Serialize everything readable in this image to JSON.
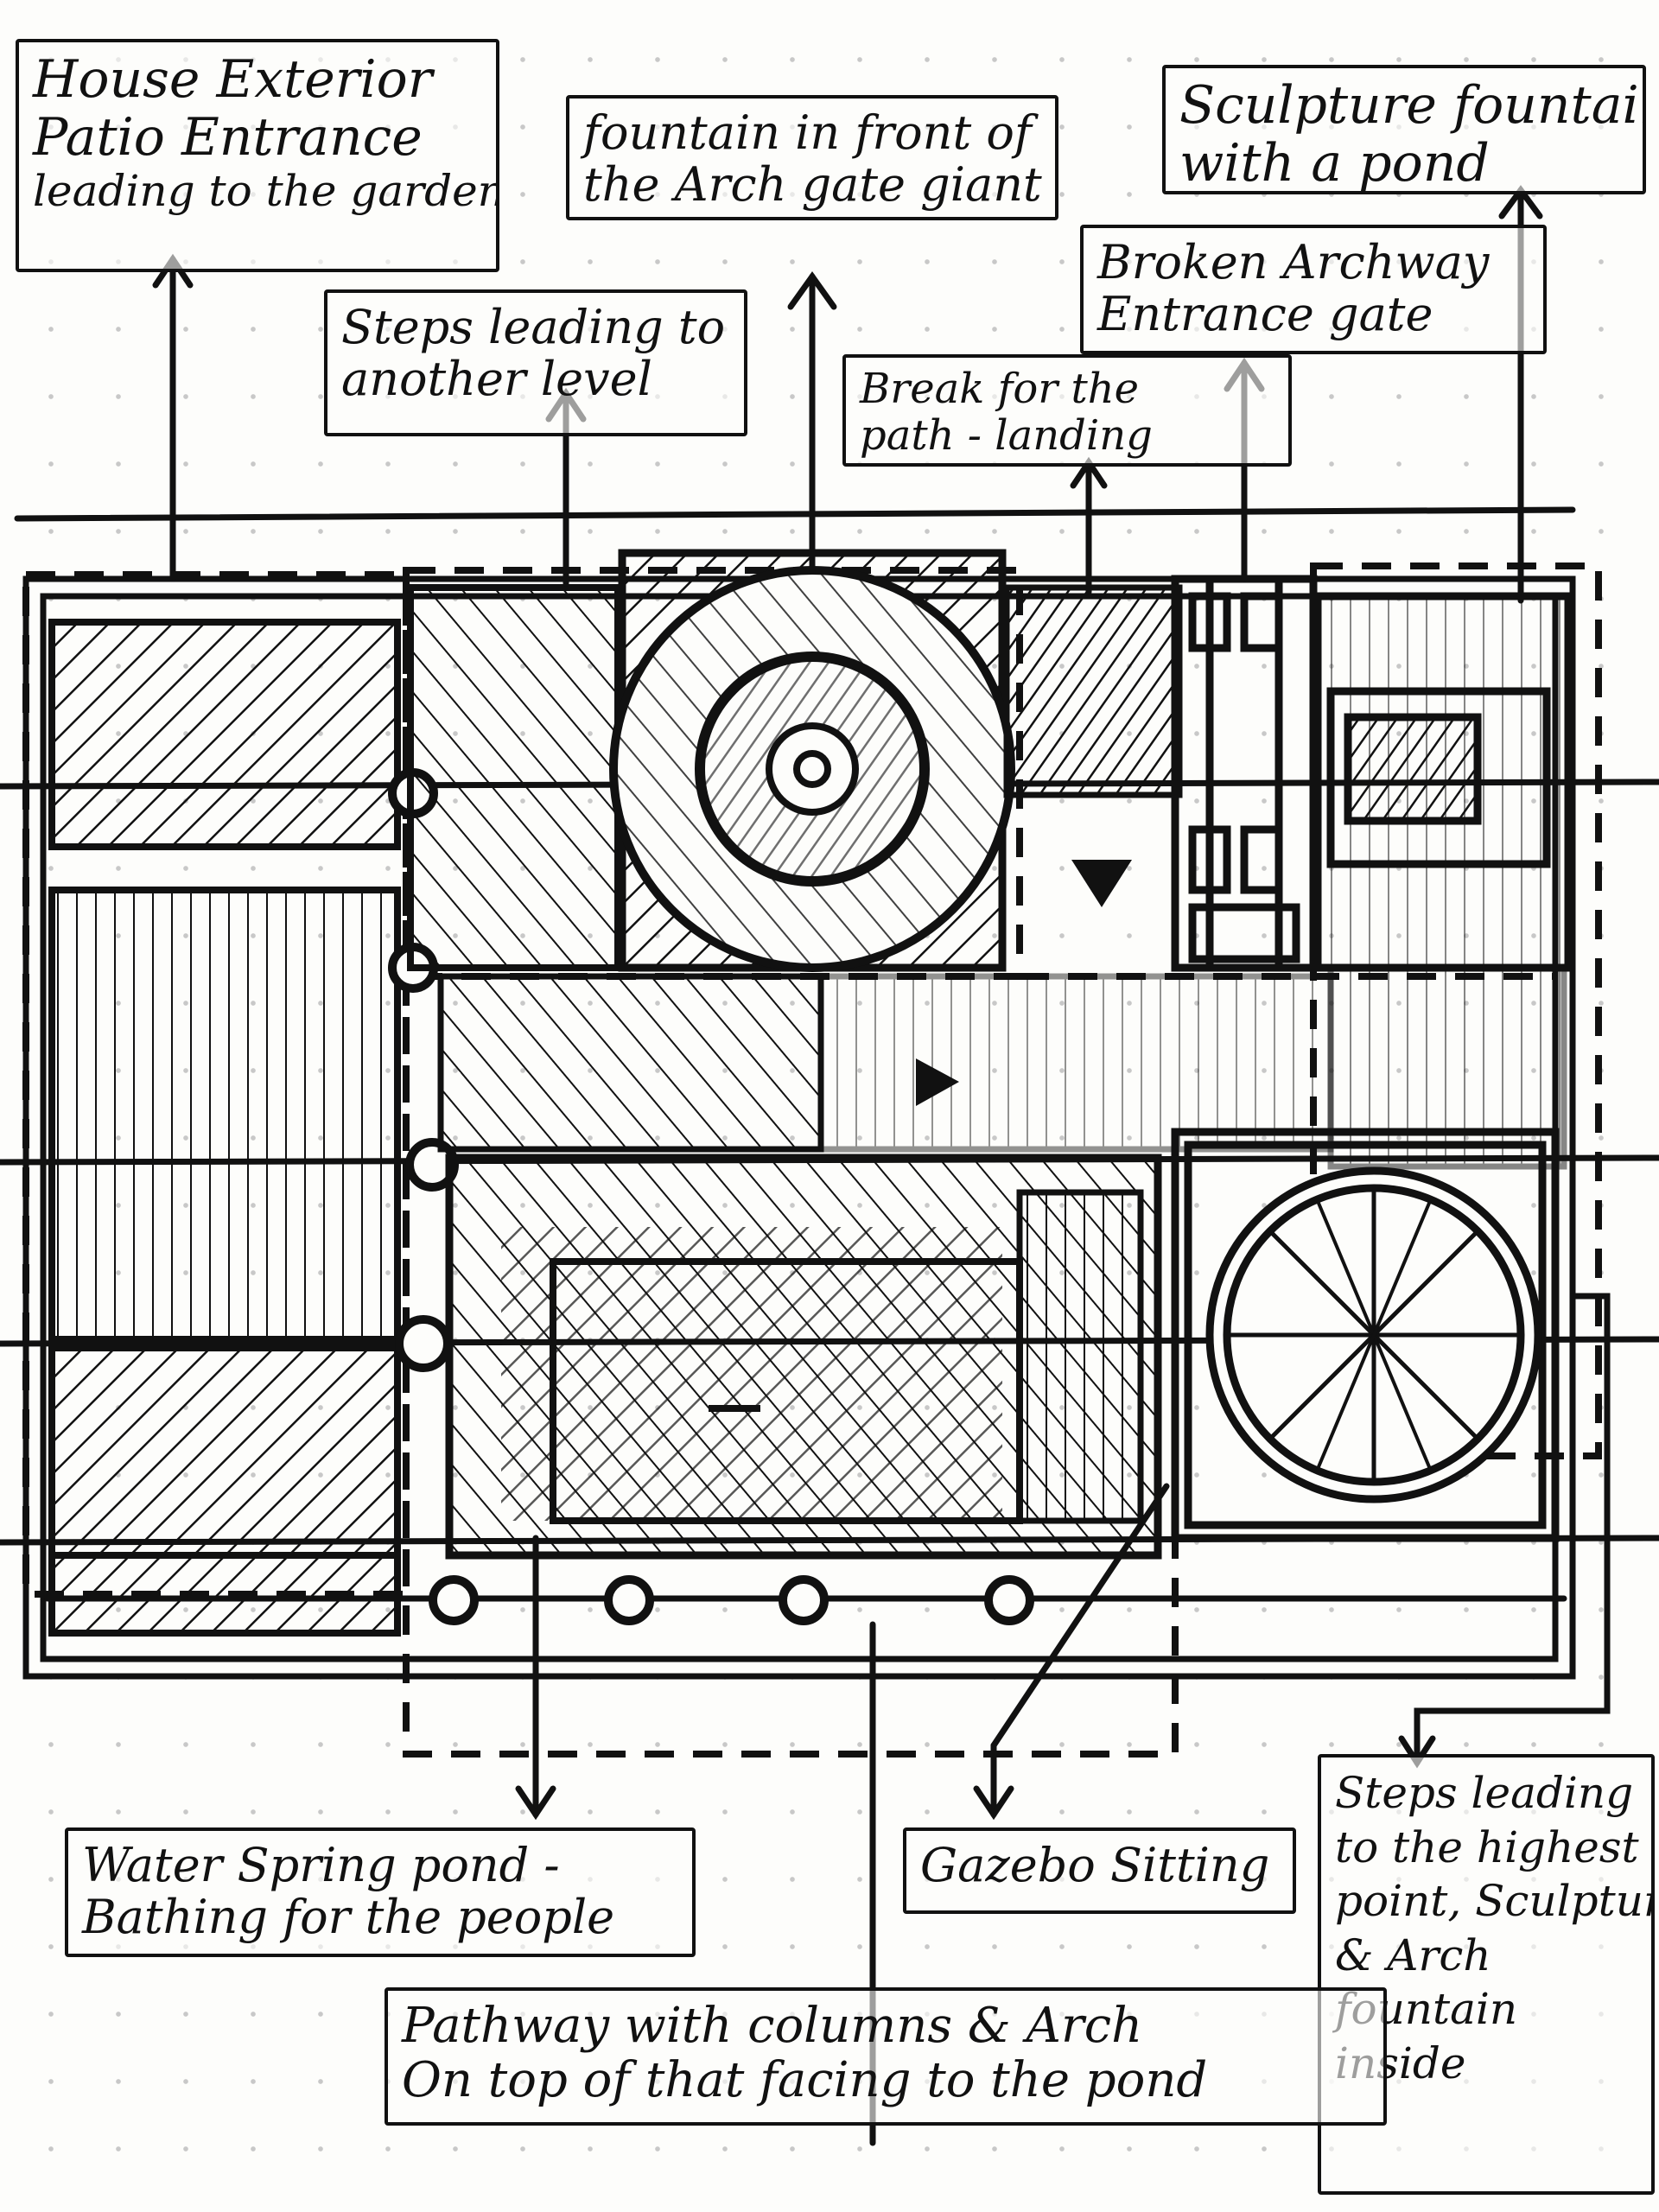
{
  "labels": {
    "house_exterior": {
      "line1": "House Exterior",
      "line2": "Patio Entrance",
      "line3": "leading to the garden"
    },
    "fountain_arch": {
      "line1": "fountain in front of",
      "line2": "the Arch gate giant"
    },
    "sculpture_fountain": {
      "line1": "Sculpture fountain",
      "line2": "with a pond"
    },
    "steps_level": {
      "line1": "Steps leading to",
      "line2": "another level"
    },
    "broken_archway": {
      "line1": "Broken Archway",
      "line2": "Entrance gate"
    },
    "break_path": {
      "line1": "Break for the",
      "line2": "path - landing"
    },
    "water_spring": {
      "line1": "Water Spring pond -",
      "line2": "Bathing for the people"
    },
    "gazebo": {
      "line1": "Gazebo Sitting"
    },
    "steps_highest": {
      "line1": "Steps leading",
      "line2": "to the highest",
      "line3": "point, Sculpture",
      "line4": "& Arch",
      "line5": "fountain",
      "line6": "inside"
    },
    "pathway": {
      "line1": "Pathway with columns & Arch",
      "line2": "On top of that facing to the pond"
    }
  },
  "colors": {
    "ink": "#111111",
    "paper": "#fdfdfb",
    "dots": "#c8c8c8"
  }
}
